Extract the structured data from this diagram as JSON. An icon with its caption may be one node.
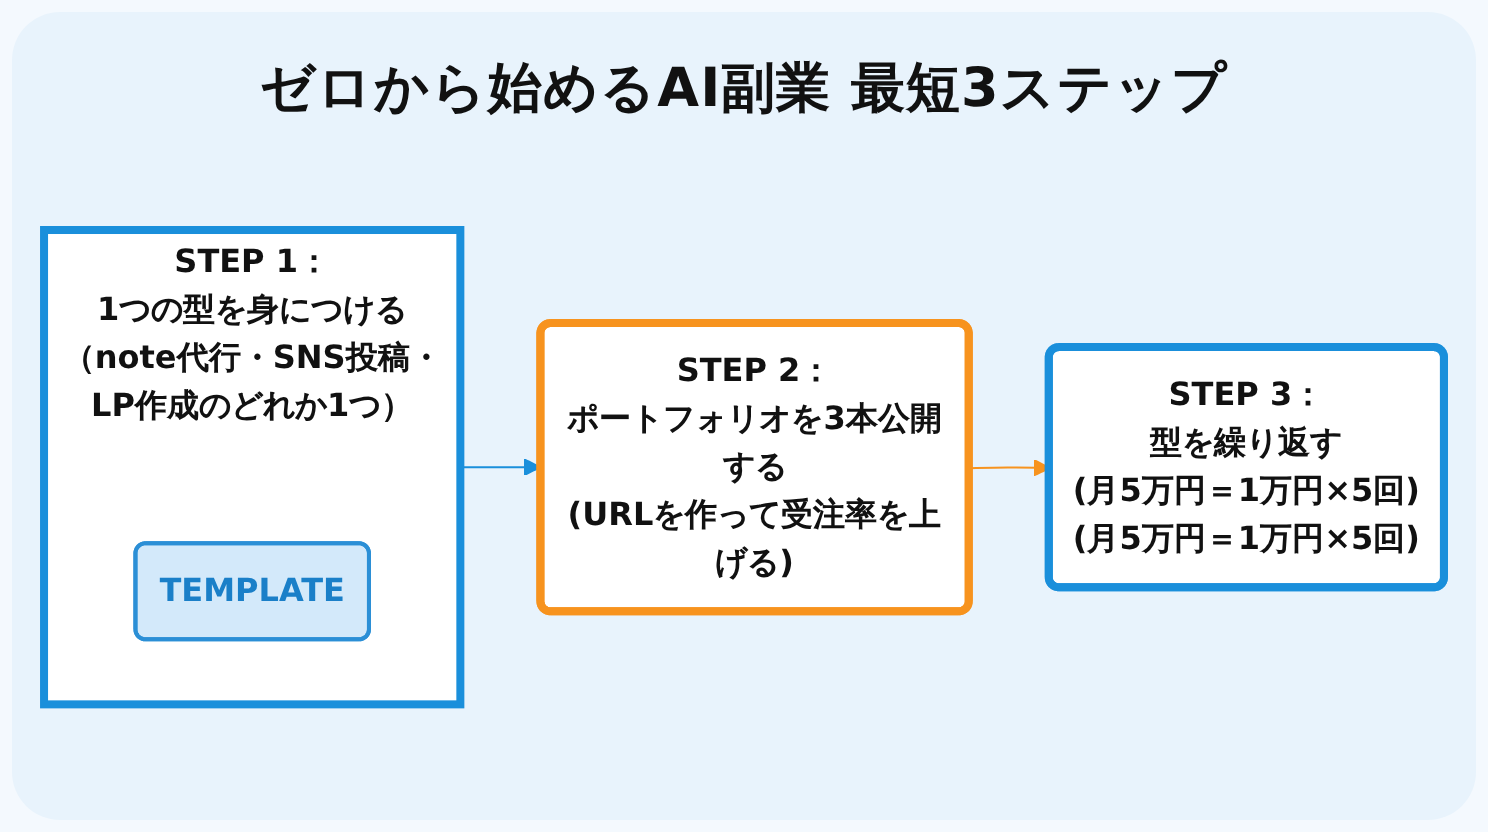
{
  "diagram": {
    "title": "ゼロから始めるAI副業 最短3ステップ",
    "nodes": [
      {
        "text": [
          "STEP 1：",
          "1つの型を身につける",
          "（note代行・SNS投稿・LP作成のどれか1つ）"
        ]
      },
      {
        "text": [
          "TEMPLATE"
        ],
        "in": 0
      },
      {
        "text": [
          "STEP 2：",
          "ポートフォリオを3本公開する",
          "(URLを作って受注率を上げる)"
        ]
      },
      {
        "text": [
          "STEP 3：",
          "型を繰り返す",
          "(月5万円＝1万円×5回)",
          "(月5万円＝1万円×5回)"
        ]
      }
    ],
    "edges": [
      {
        "from": 0,
        "to": 2,
        "arrow": "to",
        "color": "#1a8fdb"
      },
      {
        "from": 2,
        "to": 3,
        "arrow": "to",
        "color": "#f7931e"
      }
    ]
  }
}
